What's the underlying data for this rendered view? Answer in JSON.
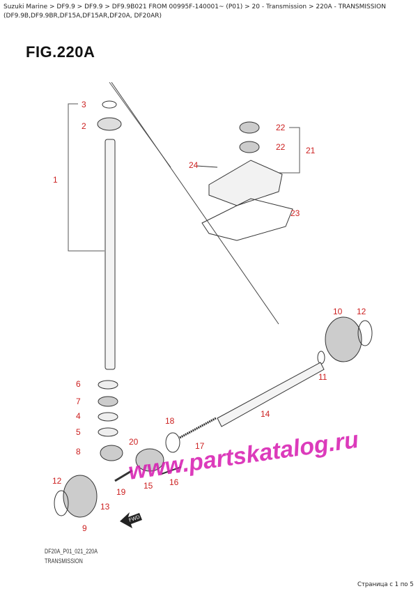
{
  "breadcrumb": "Suzuki Marine > DF9.9 > DF9.9 > DF9.9B021 FROM 00995F-140001~ (P01) > 20 - Transmission > 220A - TRANSMISSION (DF9.9B,DF9.9BR,DF15A,DF15AR,DF20A, DF20AR)",
  "figure_title": "FIG.220A",
  "watermark": "www.partskatalog.ru",
  "direction_label": "FWD",
  "diagram_code": "DF20A_P01_021_220A",
  "caption": "TRANSMISSION",
  "pagination": "Страница с 1 по 5",
  "callout_color": "#cc1f1f",
  "callouts": [
    "3",
    "2",
    "1",
    "22",
    "22",
    "21",
    "24",
    "23",
    "10",
    "12",
    "11",
    "14",
    "6",
    "7",
    "4",
    "5",
    "8",
    "18",
    "17",
    "20",
    "16",
    "15",
    "19",
    "12",
    "13",
    "9"
  ]
}
